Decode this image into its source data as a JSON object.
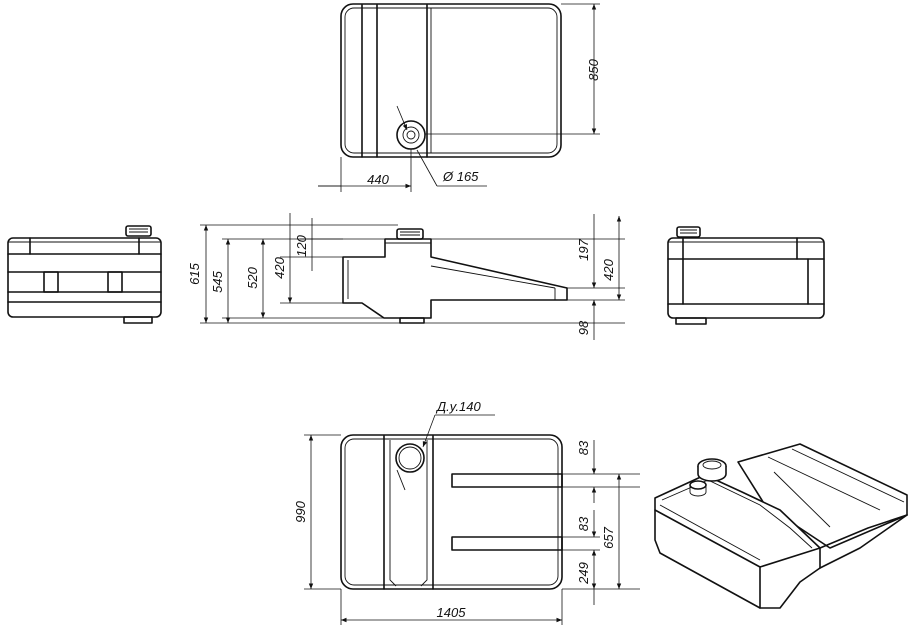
{
  "dimensions": {
    "top_height": "850",
    "top_offset": "440",
    "neck_diameter": "Ø 165",
    "side_total": "615",
    "side_545": "545",
    "side_520": "520",
    "side_420_left": "420",
    "side_120": "120",
    "side_197": "197",
    "side_420_right": "420",
    "side_98": "98",
    "bottom_label": "Д.у.140",
    "bottom_990": "990",
    "bottom_1405": "1405",
    "bottom_83_top": "83",
    "bottom_83_mid": "83",
    "bottom_657": "657",
    "bottom_249": "249"
  }
}
